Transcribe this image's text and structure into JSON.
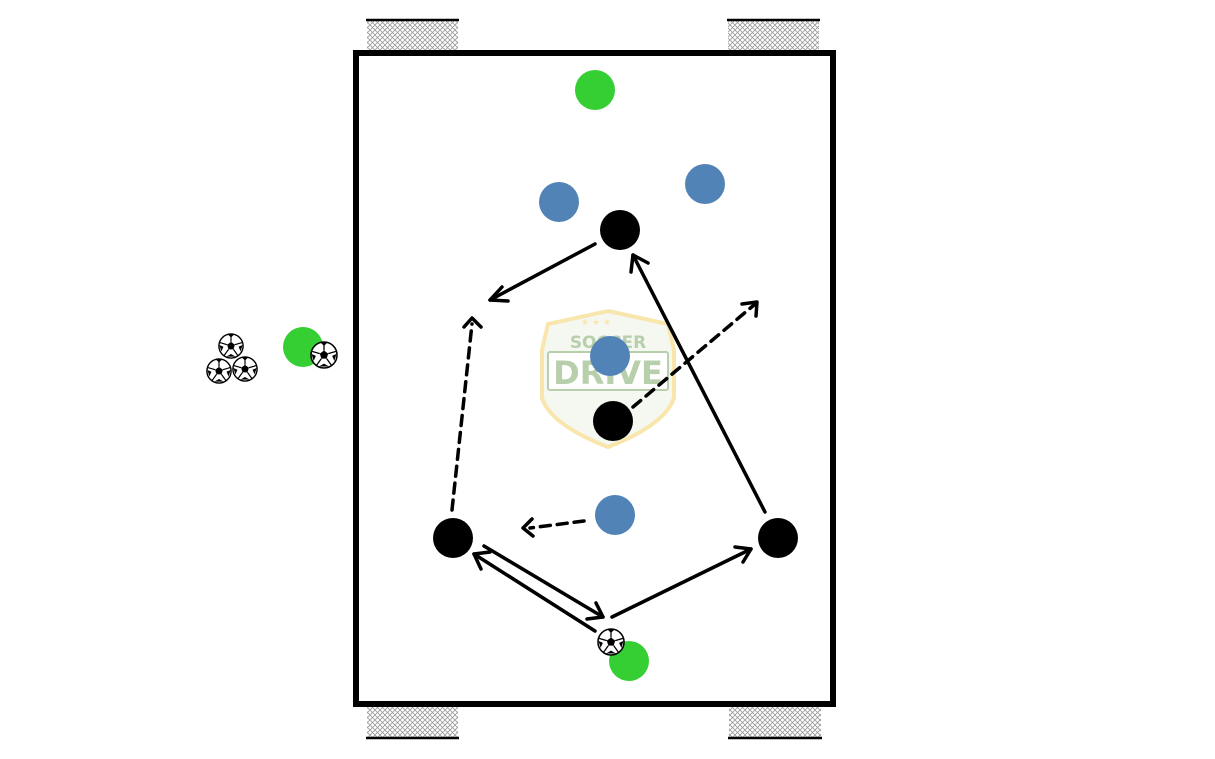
{
  "logo": {
    "line1": "SOCCER",
    "line2": "DRIVE"
  },
  "colors": {
    "pitch_border": "#000000",
    "pitch_fill": "#ffffff",
    "team_black": "#000000",
    "team_blue": "#5283b6",
    "team_green": "#35cf34",
    "goal_net": "#bdbdbd",
    "logo_green": "#7fa869",
    "logo_gold": "#f3d36a"
  },
  "legend_icons": {
    "player_attacker": "black-circle",
    "player_defender": "blue-circle",
    "neutral_server": "green-circle",
    "ball": "soccer-ball-icon",
    "pass": "solid-arrow",
    "run": "dashed-arrow"
  }
}
